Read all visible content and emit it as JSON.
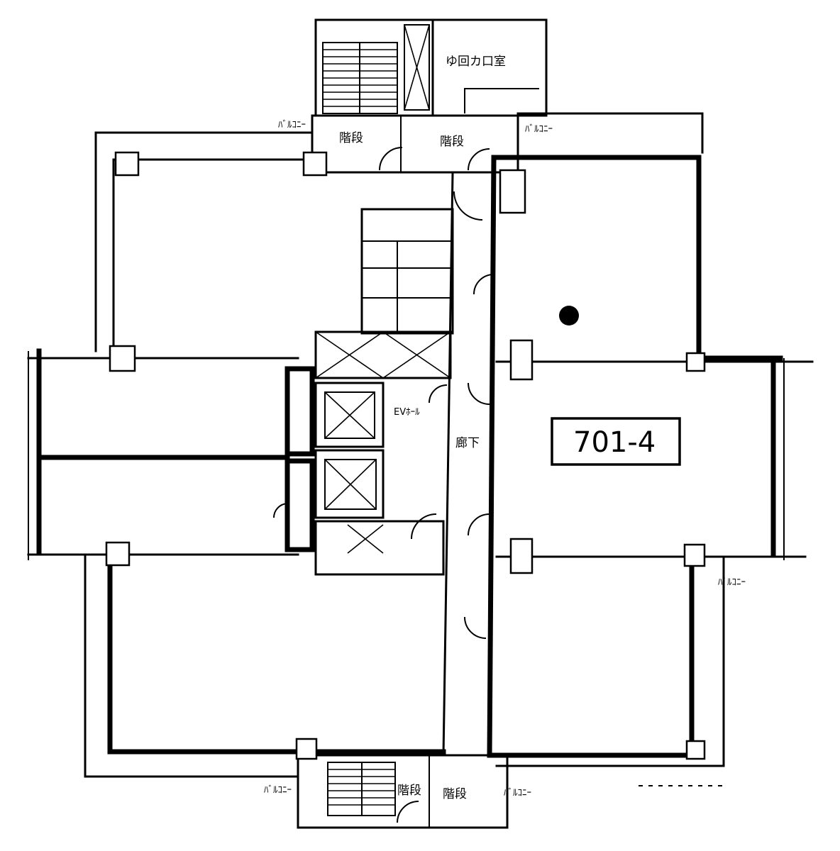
{
  "plan": {
    "unit_label": "701-4",
    "rooms": {
      "top_storage": "ゆ回カ口室",
      "top_stair": "階段",
      "top_hall": "階段",
      "corridor": "廊下",
      "bottom_stair": "階段",
      "bottom_hall": "階段"
    },
    "annotations": {
      "top_left_balcony": "ﾊﾞﾙｺﾆｰ",
      "top_right_balcony": "ﾊﾞﾙｺﾆｰ",
      "right_mid_balcony": "ﾊﾞﾙｺﾆｰ",
      "bottom_left_balcony": "ﾊﾞﾙｺﾆｰ",
      "bottom_right_balcony": "ﾊﾞﾙｺﾆｰ",
      "elevator_hall": "EVﾎｰﾙ"
    }
  }
}
